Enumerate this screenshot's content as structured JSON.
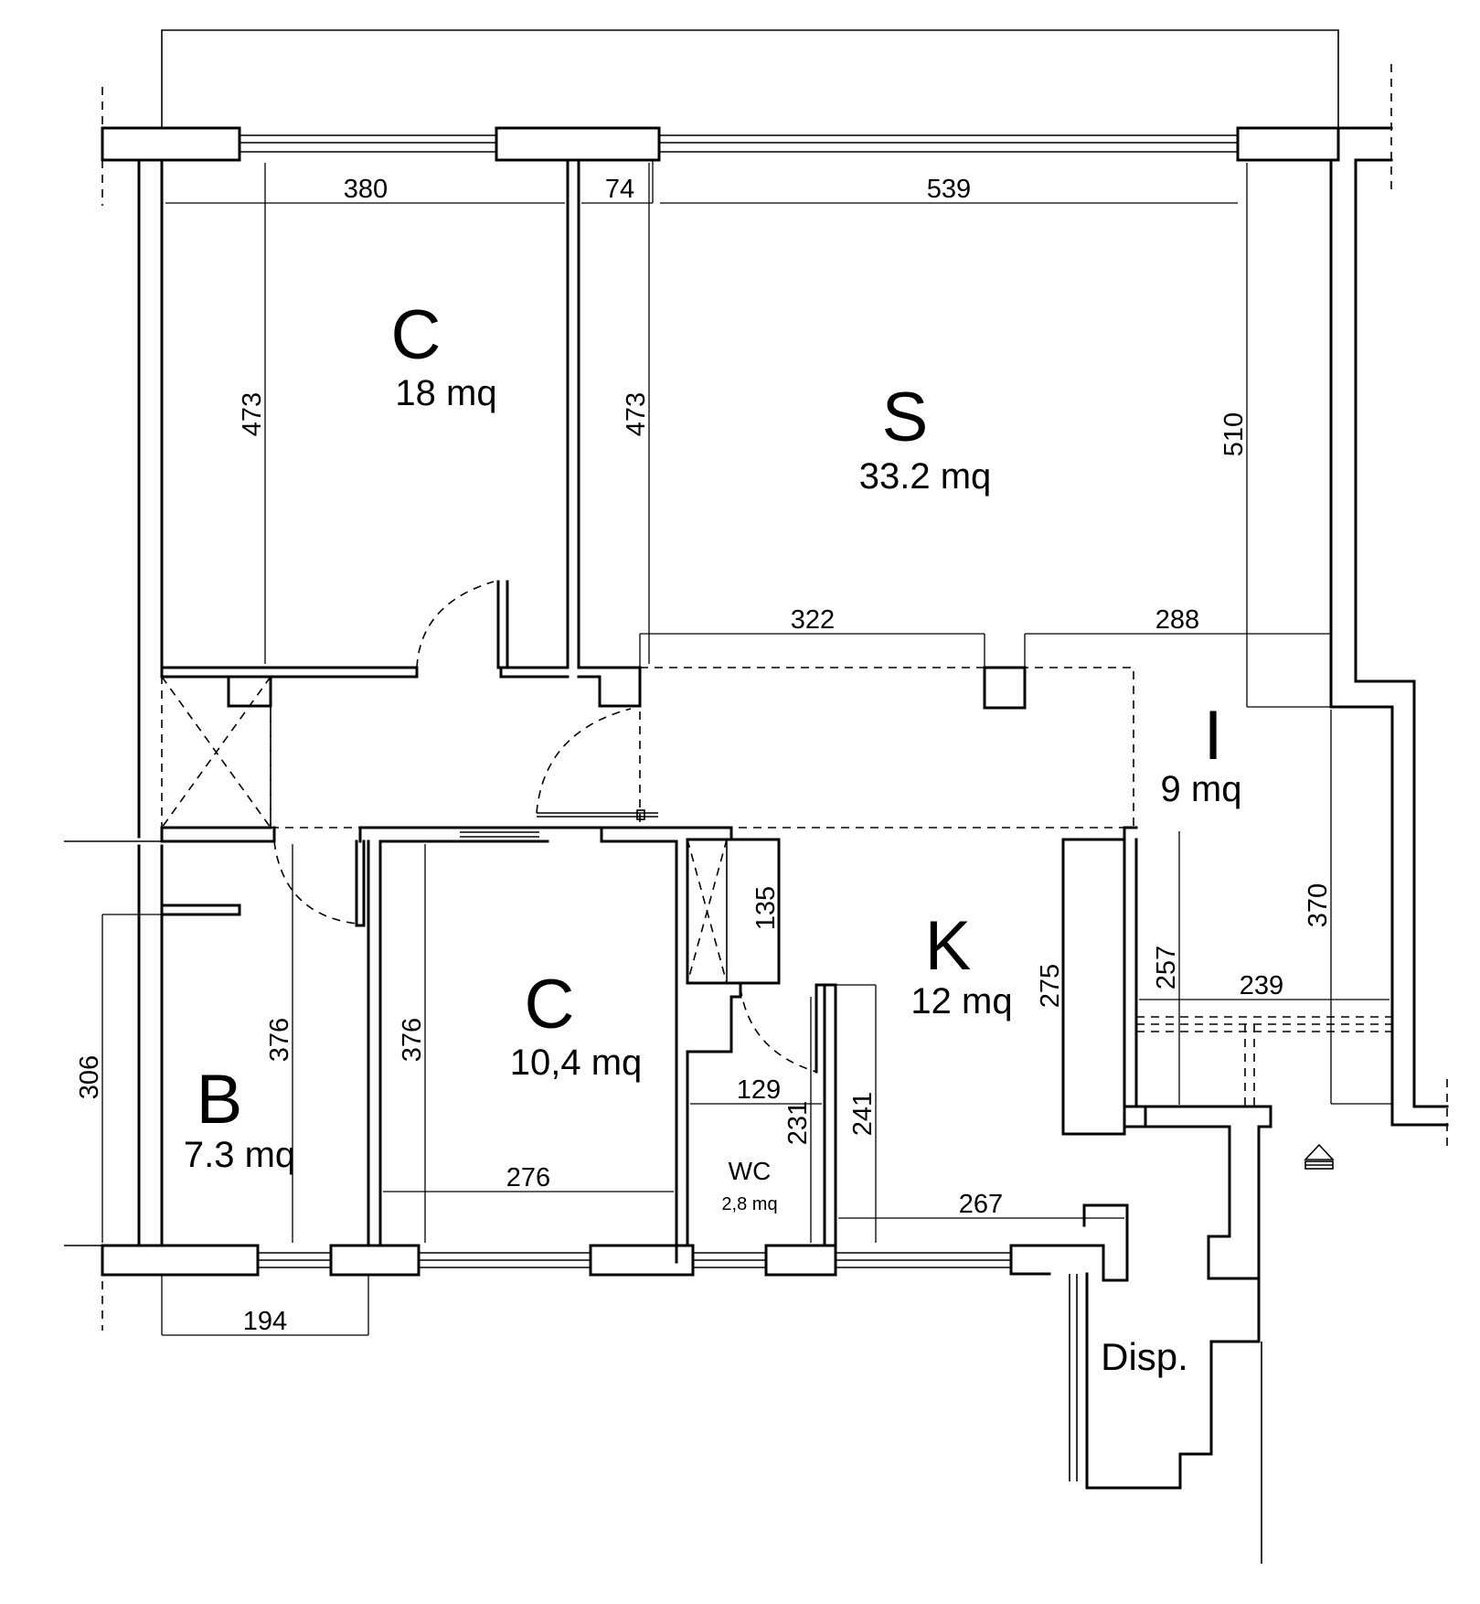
{
  "rooms": {
    "bedroom_top": {
      "letter": "C",
      "area": "18 mq"
    },
    "living": {
      "letter": "S",
      "area": "33.2 mq"
    },
    "entrance": {
      "letter": "I",
      "area": "9 mq"
    },
    "kitchen": {
      "letter": "K",
      "area": "12 mq"
    },
    "bedroom_bottom": {
      "letter": "C",
      "area": "10,4 mq"
    },
    "bathroom": {
      "letter": "B",
      "area": "7.3 mq"
    },
    "wc": {
      "letter": "WC",
      "area": "2,8 mq"
    },
    "storage": {
      "letter": "Disp."
    }
  },
  "dimensions": {
    "d380": "380",
    "d74": "74",
    "d539": "539",
    "d473a": "473",
    "d473b": "473",
    "d510": "510",
    "d322": "322",
    "d288": "288",
    "d370": "370",
    "d135": "135",
    "d275": "275",
    "d257": "257",
    "d239": "239",
    "d306": "306",
    "d376a": "376",
    "d376b": "376",
    "d276": "276",
    "d129": "129",
    "d231": "231",
    "d241": "241",
    "d267": "267",
    "d194": "194"
  },
  "icons": {
    "entrance_symbol": "entrance-arrow-icon"
  },
  "colors": {
    "line": "#000000",
    "background": "#ffffff"
  }
}
